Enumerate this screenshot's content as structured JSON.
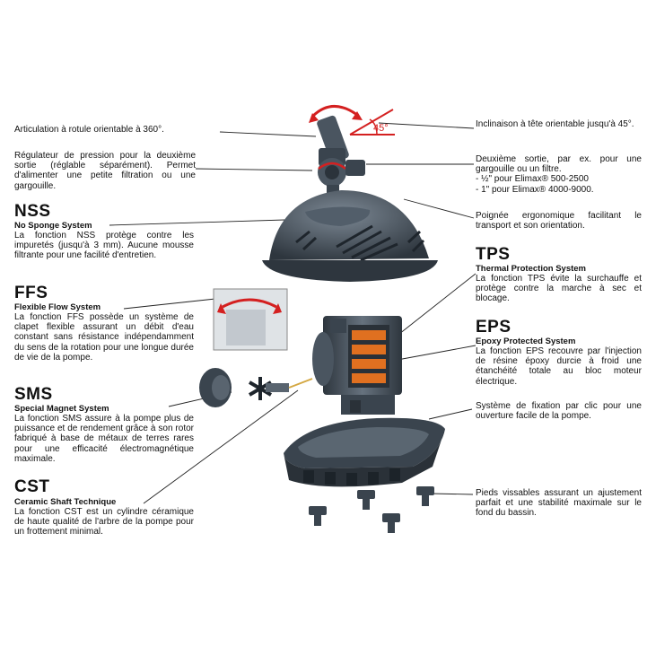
{
  "left": {
    "rotule": "Articulation à rotule orientable à 360°.",
    "regulateur": "Régulateur de pression pour la deuxième sortie (réglable séparément). Permet d'alimenter une petite filtration ou une gargouille."
  },
  "features": [
    {
      "abbr": "NSS",
      "name": "No Sponge System",
      "text": "La fonction NSS protège contre les impuretés (jusqu'à 3 mm). Aucune mousse filtrante pour une facilité d'entretien."
    },
    {
      "abbr": "FFS",
      "name": "Flexible Flow System",
      "text": "La fonction FFS possède un système de clapet flexible assurant un débit d'eau constant sans résistance indépendamment du sens de la rotation pour une longue durée de vie de la pompe."
    },
    {
      "abbr": "SMS",
      "name": "Special Magnet System",
      "text": "La fonction SMS assure à la pompe plus de puissance et de rendement grâce à son rotor fabriqué à base de métaux de terres rares pour une efficacité électromagnétique maximale."
    },
    {
      "abbr": "CST",
      "name": "Ceramic Shaft Technique",
      "text": "La fonction CST est un cylindre céramique de haute qualité de l'arbre de la pompe pour un frottement minimal."
    },
    {
      "abbr": "TPS",
      "name": "Thermal Protection System",
      "text": "La fonction TPS évite la surchauffe et protège contre la marche à sec et blocage."
    },
    {
      "abbr": "EPS",
      "name": "Epoxy Protected System",
      "text": "La fonction EPS recouvre par l'injection de résine époxy durcie à froid une étanchéité totale au bloc moteur électrique."
    }
  ],
  "right": {
    "inclinaison": "Inclinaison à tête orientable jusqu'à 45°.",
    "sortie_intro": "Deuxième sortie, par ex. pour une gargouille ou un filtre.",
    "sortie_1": "- ½\" pour Elimax® 500-2500",
    "sortie_2": "- 1\" pour Elimax® 4000-9000.",
    "poignee": "Poignée ergonomique facilitant le transport et son orientation.",
    "fixation": "Système de fixation par clic pour une ouverture facile de la pompe.",
    "pieds": "Pieds vissables assurant un ajustement parfait et une stabilité maximale sur le fond du bassin."
  },
  "angle_label": "45°",
  "colors": {
    "accent": "#d42020",
    "body": "#3e4852",
    "body_light": "#6a7682",
    "motor": "#e07020",
    "line": "#222222"
  }
}
